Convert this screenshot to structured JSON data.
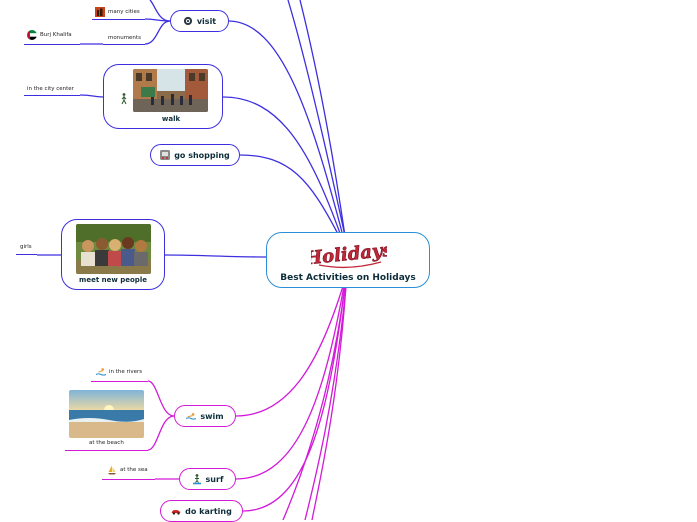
{
  "central": {
    "title": "Best Activities on Holidays",
    "logo_text": "Holidays",
    "logo_icon": "holidays-logo"
  },
  "branches": {
    "visit": {
      "label": "visit",
      "icon": "eye-icon"
    },
    "walk": {
      "label": "walk",
      "icon": "walking-person-icon"
    },
    "go_shopping": {
      "label": "go shopping",
      "icon": "shopping-cart-icon"
    },
    "meet_new_people": {
      "label": "meet new people"
    },
    "swim": {
      "label": "swim",
      "icon": "swimmer-icon"
    },
    "surf": {
      "label": "surf",
      "icon": "surfer-icon"
    },
    "do_karting": {
      "label": "do karting",
      "icon": "race-car-icon"
    }
  },
  "leaves": {
    "many_cities": {
      "label": "many cities",
      "icon": "city-icon"
    },
    "burj_khalifa": {
      "label": "Burj Khalifa",
      "icon": "uae-flag-icon"
    },
    "monuments": {
      "label": "monuments"
    },
    "in_the_city_center": {
      "label": "in the city center"
    },
    "girls": {
      "label": "girls"
    },
    "in_the_rivers": {
      "label": "in the rivers",
      "icon": "river-swim-icon"
    },
    "at_the_beach": {
      "label": "at the beach"
    },
    "at_the_sea": {
      "label": "at the sea",
      "icon": "sailboat-icon"
    }
  },
  "colors": {
    "upper_branch": "#3d2fe0",
    "lower_branch": "#d21ad8",
    "central_border": "#2a8fd6",
    "text": "#0d2d3a"
  }
}
